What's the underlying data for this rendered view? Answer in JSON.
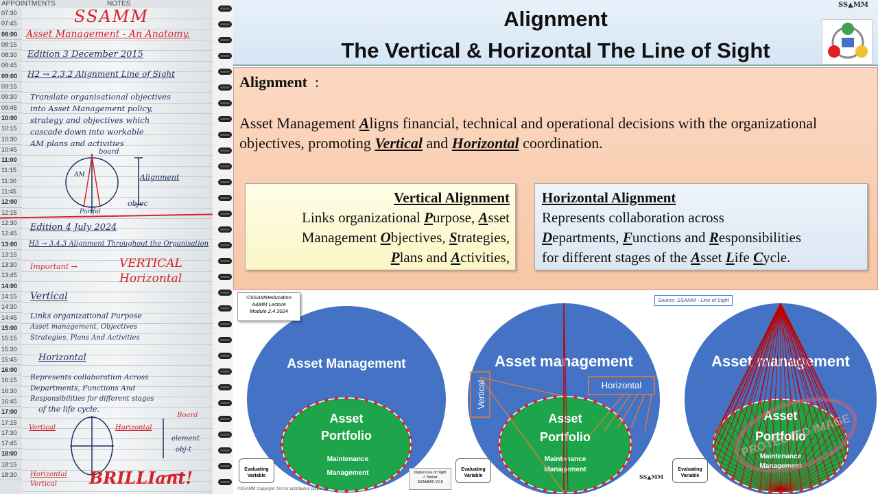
{
  "notebook": {
    "header_left": "APPOINTMENTS",
    "header_right": "NOTES",
    "times": [
      "07:30",
      "07:45",
      "08:00",
      "08:15",
      "08:30",
      "08:45",
      "09:00",
      "09:15",
      "09:30",
      "09:45",
      "10:00",
      "10:15",
      "10:30",
      "10:45",
      "11:00",
      "11:15",
      "11:30",
      "11:45",
      "12:00",
      "12:15",
      "12:30",
      "12:45",
      "13:00",
      "13:15",
      "13:30",
      "13:45",
      "14:00",
      "14:15",
      "14:30",
      "14:45",
      "15:00",
      "15:15",
      "15:30",
      "15:45",
      "16:00",
      "16:15",
      "16:30",
      "16:45",
      "17:00",
      "17:15",
      "17:30",
      "17:45",
      "18:00",
      "18:15",
      "18:30"
    ],
    "notes": {
      "brand": "SSAMM",
      "title": "Asset Management - An Anatomy.",
      "edition3": "Edition 3 December 2015",
      "h2_ref": "H2 → 2.3.2 Alignment Line of Sight",
      "para1_l1": "Translate organisational objectives",
      "para1_l2": "into Asset Management policy,",
      "para1_l3": "strategy and objectives which",
      "para1_l4": "cascade down into workable",
      "para1_l5": "AM plans and activities",
      "sketch_board": "board",
      "sketch_am": "AM",
      "sketch_alignment": "Alignment",
      "sketch_objec": "objec",
      "sketch_portfolio": "Portfol",
      "edition4": "Edition 4 July 2024",
      "h3_ref": "H3 → 3.4.3 Alignment Throughout the Organisation",
      "important": "Important →",
      "vertical_caps": "VERTICAL",
      "horizontal_caps": "Horizontal",
      "vertical_head": "Vertical",
      "vert_l1": "Links organizational Purpose",
      "vert_l2": "Asset management, Objectives",
      "vert_l3": "Strategies, Plans And Activities",
      "horizontal_head": "Horizontal",
      "hor_l1": "Represents collaboration Across",
      "hor_l2": "Departments, Functions And",
      "hor_l3": "Responsibilities for different stages",
      "hor_l4": "of the life cycle.",
      "sk_board": "Board",
      "sk_vertical": "Vertical",
      "sk_horizontal": "Horizontal",
      "sk_element": "element",
      "sk_obj": "obj-t",
      "bottom_hor": "Horizontal",
      "bottom_ver": "Vertical",
      "brilliant": "BRILLIant!"
    }
  },
  "title": {
    "line1": "Alignment",
    "line2": "The Vertical & Horizontal The Line of Sight",
    "logo": "SS▲MM"
  },
  "panel": {
    "heading": "Alignment",
    "colon": ":",
    "body_pre": "Asset Management ",
    "body_A": "A",
    "body_mid1": "ligns financial, technical and operational decisions with the organizational objectives, promoting ",
    "body_vertical": "Vertical",
    "body_and": " and ",
    "body_horizontal": "Horizontal",
    "body_post": " coordination."
  },
  "vertical_box": {
    "heading": "Vertical Alignment",
    "t1": "Links organizational ",
    "P": "P",
    "t2": "urpose, ",
    "A1": "A",
    "t3": "sset",
    "t4": "Management ",
    "O": "O",
    "t5": "bjectives, ",
    "S": "S",
    "t6": "trategies,",
    "P2": "P",
    "t7": "lans and ",
    "A2": "A",
    "t8": "ctivities,"
  },
  "horizontal_box": {
    "heading": "Horizontal Alignment",
    "t1": "Represents collaboration across",
    "D": "D",
    "t2": "epartments, ",
    "F": "F",
    "t3": "unctions and ",
    "R": "R",
    "t4": "esponsibilities",
    "t5": "for different stages of the ",
    "A": "A",
    "t6": "sset ",
    "L": "L",
    "t7": "ife ",
    "C": "C",
    "t8": "ycle."
  },
  "diagram": {
    "credit_l1": "©SSAMMeducation",
    "credit_l2": "A&MM Lecture",
    "credit_l3": "Module 2.4 2024",
    "source": "Source: SSAMM - Line of Sight",
    "copyright": "©SSAMM Copyright. Not for distribution purposes",
    "dls_l1": "Digital Line of Sight",
    "dls_l2": "J. Stoker",
    "dls_l3": "SSAMM® V2.8",
    "ssamm": "SS▲MM",
    "panels": [
      {
        "outer": "Asset Management",
        "inner1": "Asset",
        "inner2": "Portfolio",
        "sub1": "Maintenance",
        "sub2": "Management",
        "eval1": "Evaluating",
        "eval2": "Variable"
      },
      {
        "outer": "Asset management",
        "inner1": "Asset",
        "inner2": "Portfolio",
        "sub1": "Maintenance",
        "sub2": "Management",
        "eval1": "Evaluating",
        "eval2": "Variable",
        "vertical": "Vertical",
        "horizontal": "Horizontal"
      },
      {
        "outer": "Asset management",
        "inner1": "Asset",
        "inner2": "Portfolio",
        "sub1": "Maintenance",
        "sub2": "Management",
        "eval1": "Evaluating",
        "eval2": "Variable",
        "watermark": "PROTECTED IMAGE"
      }
    ],
    "colors": {
      "outer": "#4472c4",
      "inner": "#1ea44a",
      "dot": "#e0242a",
      "line": "#c00000",
      "arrow": "#ed7d31"
    }
  }
}
